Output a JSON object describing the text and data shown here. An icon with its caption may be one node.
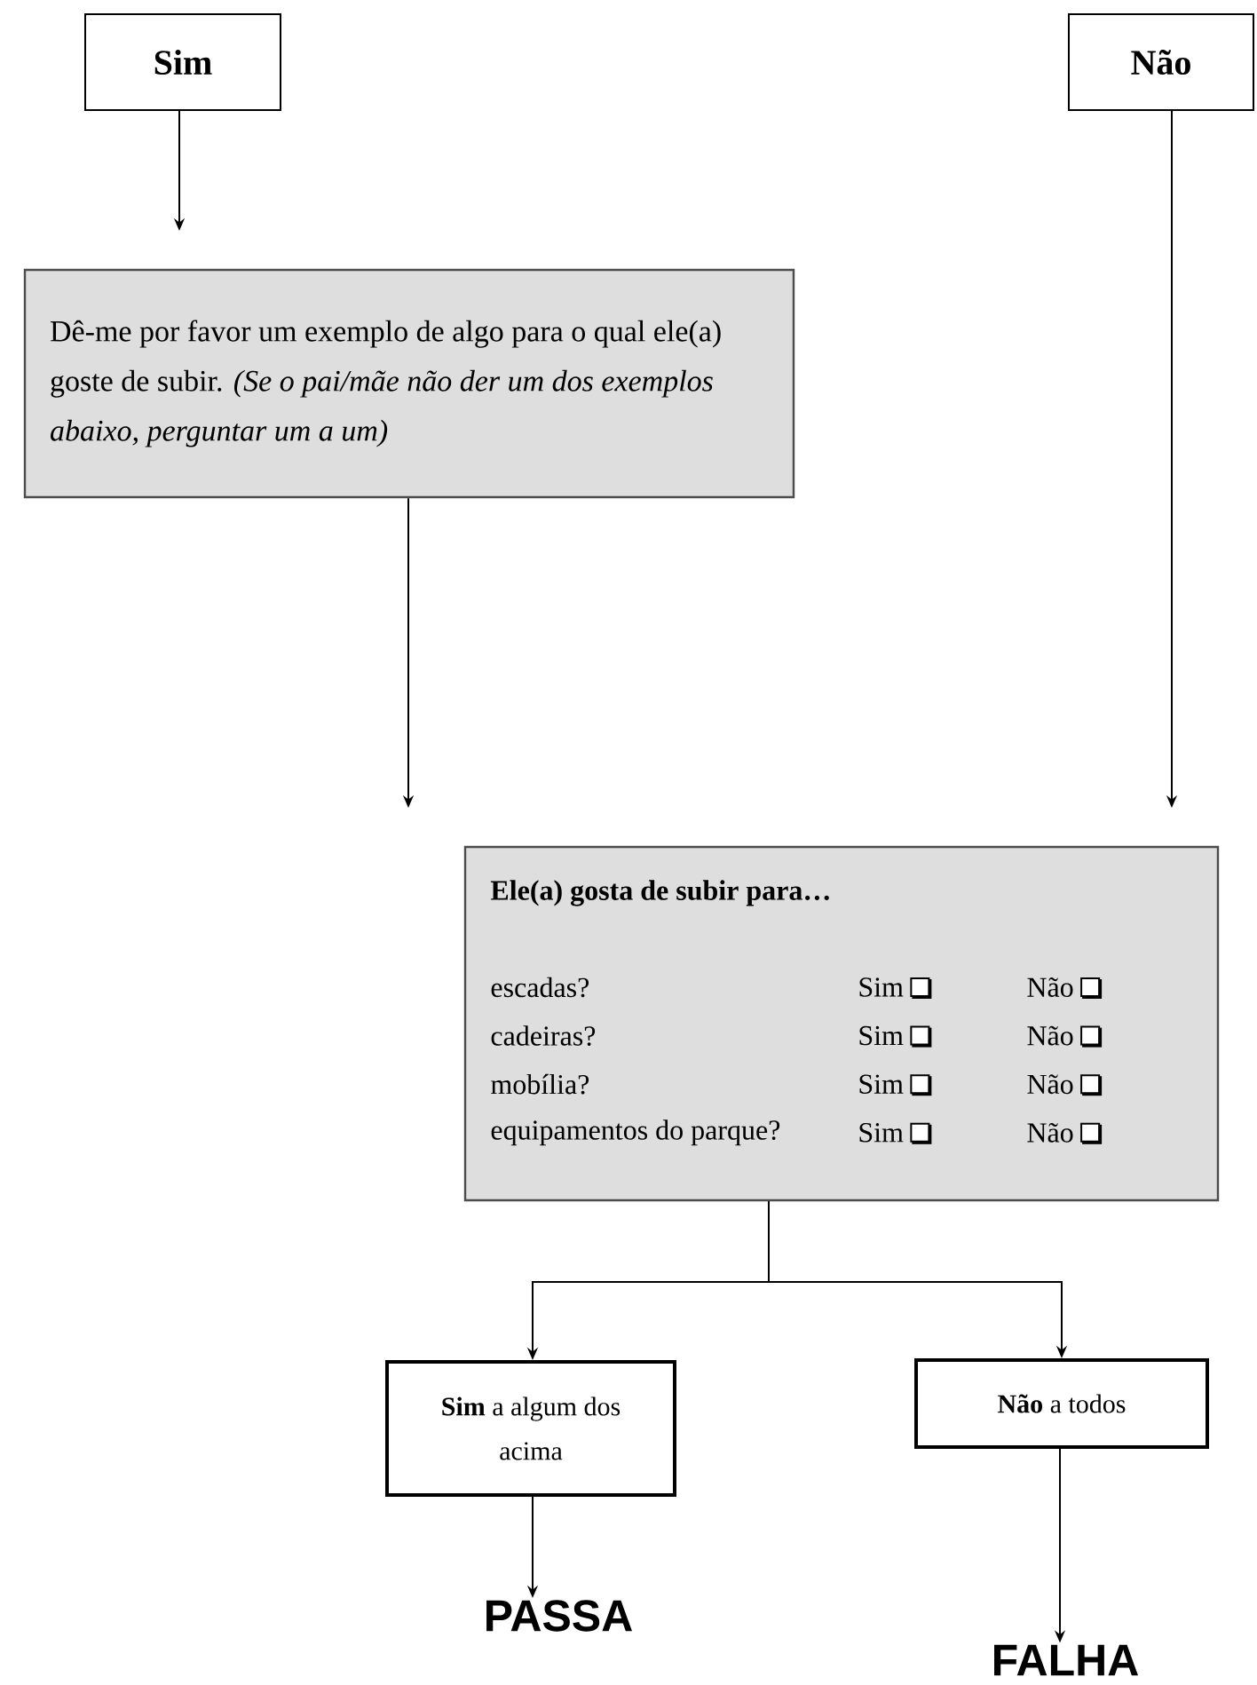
{
  "diagram": {
    "nodes": [
      {
        "text": [
          "Sim"
        ]
      },
      {
        "text": [
          "Não"
        ]
      },
      {
        "text": [
          "Dê-me por favor um exemplo de algo para o qual ele(a) goste de subir. *(Se o pai/mãe não der um dos exemplos abaixo, perguntar um a um)*"
        ]
      },
      {
        "text": [
          "Ele(a) gosta de subir para…",
          "escadas?",
          "Sim",
          "Não",
          "cadeiras?",
          "Sim",
          "Não",
          "mobília?",
          "Sim",
          "Não",
          "equipamentos do parque?",
          "Sim",
          "Não"
        ]
      },
      {
        "text": [
          "**Sim** a algum dos acima"
        ]
      },
      {
        "text": [
          "**Não** a todos"
        ]
      },
      {
        "text": [
          "PASSA"
        ]
      },
      {
        "text": [
          "FALHA"
        ]
      }
    ],
    "edges": [
      {
        "from": 0,
        "to": 2,
        "arrow": "to"
      },
      {
        "from": 2,
        "to": 3,
        "arrow": "to"
      },
      {
        "from": 1,
        "to": 3,
        "arrow": "to"
      },
      {
        "from": 3,
        "to": 4,
        "arrow": "to"
      },
      {
        "from": 3,
        "to": 5,
        "arrow": "to"
      },
      {
        "from": 4,
        "to": 6,
        "arrow": "to"
      },
      {
        "from": 5,
        "to": 7,
        "arrow": "to"
      }
    ]
  }
}
